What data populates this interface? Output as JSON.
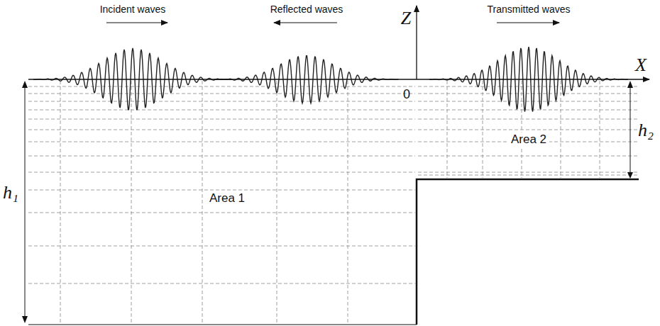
{
  "diagram": {
    "labels": [
      "Incident waves",
      "Reflected waves",
      "Transmitted waves",
      "Z",
      "X",
      "0",
      "h₁",
      "h₂",
      "Area 1",
      "Area 2"
    ]
  }
}
